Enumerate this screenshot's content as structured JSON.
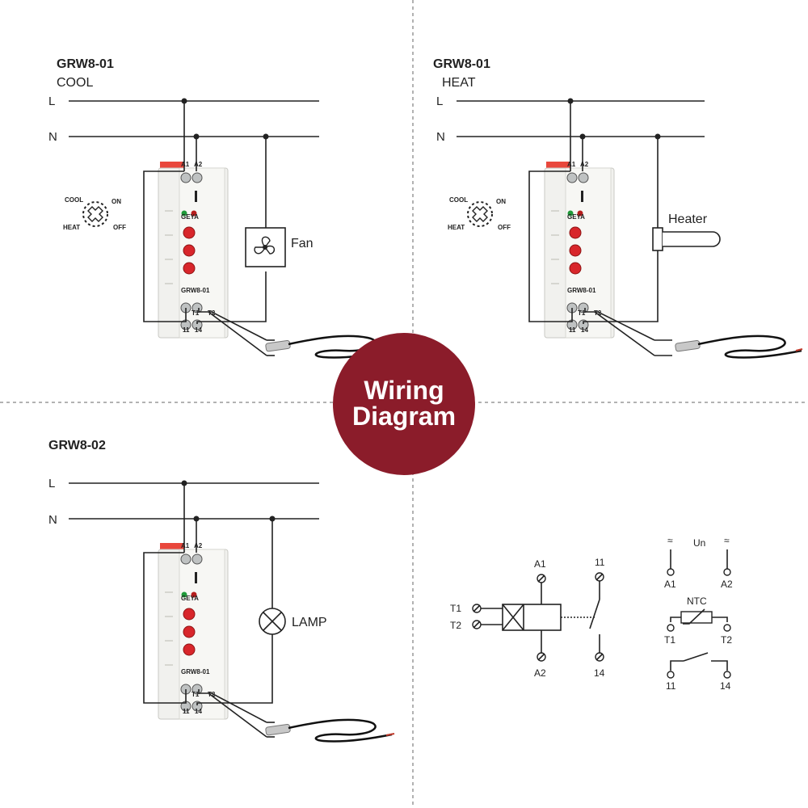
{
  "panels": {
    "cool": {
      "model": "GRW8-01",
      "mode": "COOL",
      "load": "Fan"
    },
    "heat": {
      "model": "GRW8-01",
      "mode": "HEAT",
      "load": "Heater"
    },
    "lamp": {
      "model": "GRW8-02",
      "load": "LAMP"
    }
  },
  "lines": {
    "l": "L",
    "n": "N"
  },
  "switch_labels": {
    "cool": "COOL",
    "heat": "HEAT",
    "on": "ON",
    "off": "OFF"
  },
  "device": {
    "model_label": "GRW8-01",
    "brand": "GEYA",
    "top_terms": [
      "A1",
      "A2"
    ],
    "sensor_terms": [
      "T1",
      "T2"
    ],
    "bottom_terms": [
      "11",
      "14"
    ]
  },
  "badge": {
    "line1": "Wiring",
    "line2": "Diagram"
  },
  "schematic": {
    "coil": {
      "top": "A1",
      "bottom": "A2",
      "in1": "T1",
      "in2": "T2"
    },
    "contact": {
      "top": "11",
      "bottom": "14"
    },
    "terminals": {
      "supply_label": "Un",
      "a1": "A1",
      "a2": "A2",
      "ntc": "NTC",
      "t1": "T1",
      "t2": "T2",
      "c11": "11",
      "c14": "14"
    }
  },
  "colors": {
    "badge": "#8b1c2a",
    "dial": "#d8262b",
    "device_body": "#f1f1ee"
  }
}
